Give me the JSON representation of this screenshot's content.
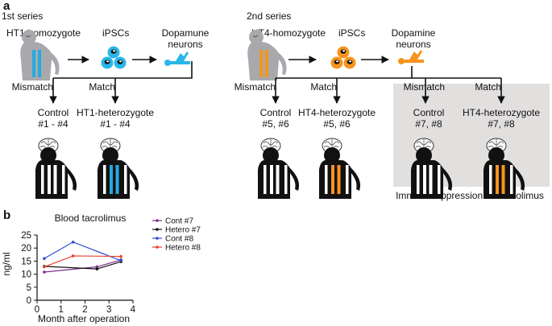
{
  "colors": {
    "ht1_accent": "#27a9e1",
    "ht4_accent": "#f7941d",
    "ipsc_blue": "#29b6e8",
    "ipsc_orange": "#f7941d",
    "immuno_box": "#e2dfdf",
    "monkey_gray": "#a7a9ac",
    "animal_black": "#111111"
  },
  "panel_a": {
    "label": "a",
    "series1": {
      "title": "1st series",
      "donor": "HT1-homozygote",
      "cells": "iPSCs",
      "neurons_line1": "Dopamune",
      "neurons_line2": "neurons",
      "groups": [
        {
          "status": "Mismatch",
          "name": "Control",
          "ids": "#1 - #4",
          "graft": "white"
        },
        {
          "status": "Match",
          "name": "HT1-heterozygote",
          "ids": "#1 - #4",
          "graft": "blue"
        }
      ]
    },
    "series2": {
      "title": "2nd series",
      "donor": "HT4-homozygote",
      "cells": "iPSCs",
      "neurons_line1": "Dopamine",
      "neurons_line2": "neurons",
      "groups": [
        {
          "status": "Mismatch",
          "name": "Control",
          "ids": "#5, #6",
          "graft": "white"
        },
        {
          "status": "Match",
          "name": "HT4-heterozygote",
          "ids": "#5, #6",
          "graft": "orange"
        },
        {
          "status": "Mismatch",
          "name": "Control",
          "ids": "#7, #8",
          "graft": "white"
        },
        {
          "status": "Match",
          "name": "HT4-heterozygote",
          "ids": "#7, #8",
          "graft": "orange"
        }
      ],
      "immuno_label": "Immunosuppression w/ Tacrolimus"
    },
    "icons": [
      "monkey-icon",
      "ipsc-cluster-icon",
      "dopamine-neuron-icon",
      "brain-icon",
      "monkey-silhouette-icon"
    ]
  },
  "panel_b": {
    "label": "b",
    "chart_data": {
      "type": "line",
      "title": "Blood tacrolimus",
      "xlabel": "Month after operation",
      "ylabel": "ng/ml",
      "xlim": [
        0,
        4
      ],
      "ylim": [
        0,
        25
      ],
      "xticks": [
        0,
        1,
        2,
        3,
        4
      ],
      "yticks": [
        0,
        5,
        10,
        15,
        20,
        25
      ],
      "legend_position": "right",
      "series": [
        {
          "name": "Cont #7",
          "color": "#7b2d8e",
          "x": [
            0.3,
            2.5,
            3.5
          ],
          "y": [
            10.8,
            12.8,
            15.5
          ]
        },
        {
          "name": "Hetero #7",
          "color": "#111111",
          "x": [
            0.3,
            2.5,
            3.5
          ],
          "y": [
            13.0,
            12.0,
            14.8
          ]
        },
        {
          "name": "Cont #8",
          "color": "#2b4fd8",
          "x": [
            0.3,
            1.5,
            3.5
          ],
          "y": [
            16.0,
            22.3,
            15.2
          ]
        },
        {
          "name": "Hetero #8",
          "color": "#e8412c",
          "x": [
            0.3,
            1.5,
            3.5
          ],
          "y": [
            12.8,
            17.0,
            16.8
          ]
        }
      ]
    }
  }
}
